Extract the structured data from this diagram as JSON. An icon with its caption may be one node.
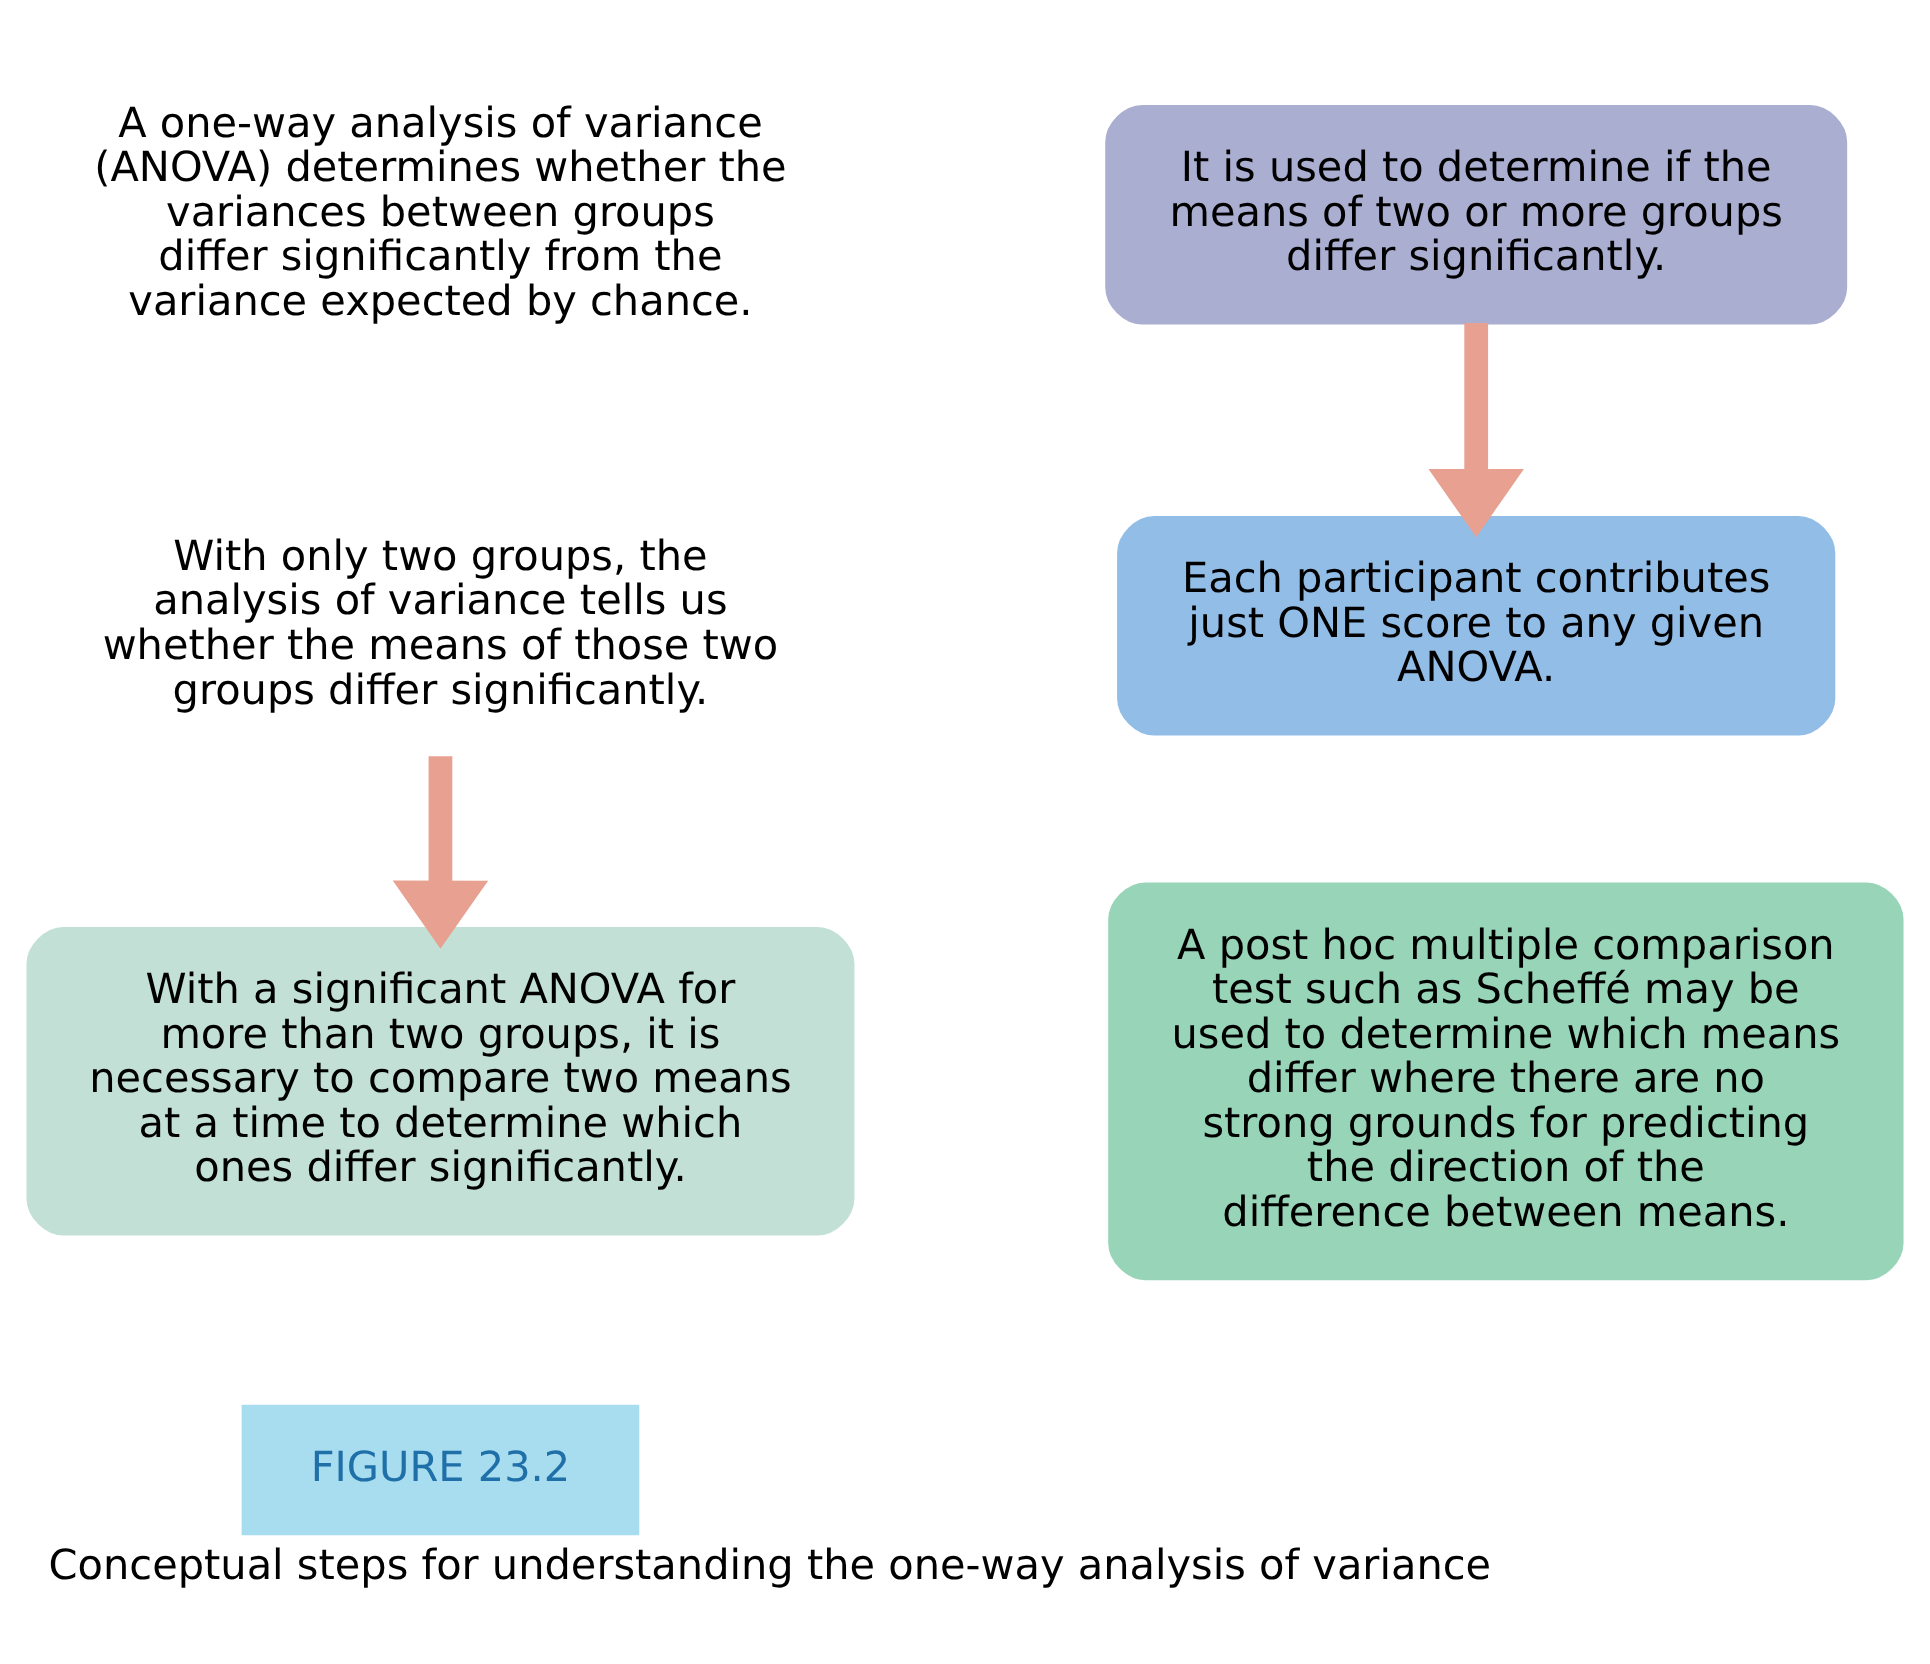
{
  "diagram": {
    "caption": "Conceptual steps for understanding the one-way analysis of variance",
    "nodes": [
      {
        "text": [
          "It is used to determine if the means of two or more groups differ significantly."
        ]
      },
      {
        "text": [
          "Each participant contributes just ONE score to any given ANOVA."
        ]
      },
      {
        "text": [
          "With only two groups, the analysis of variance tells us whether the means of those two groups differ significantly."
        ]
      },
      {
        "text": [
          "With a significant ANOVA for more than two groups, it is necessary to compare two means at a time to determine which ones differ significantly."
        ]
      },
      {
        "text": [
          "A post hoc multiple comparison test such as Scheffé may be used to determine which means differ where there are no strong grounds for predicting the direction of the difference between means."
        ]
      }
    ],
    "edges": [
      {
        "from": 0,
        "to": 1,
        "arrow": "to"
      },
      {
        "from": 2,
        "to": 3,
        "arrow": "to"
      }
    ],
    "labels": [
      "A one-way analysis of variance (ANOVA) determines whether the variances between groups differ significantly from the variance expected by chance.",
      "FIGURE 23.2"
    ]
  }
}
